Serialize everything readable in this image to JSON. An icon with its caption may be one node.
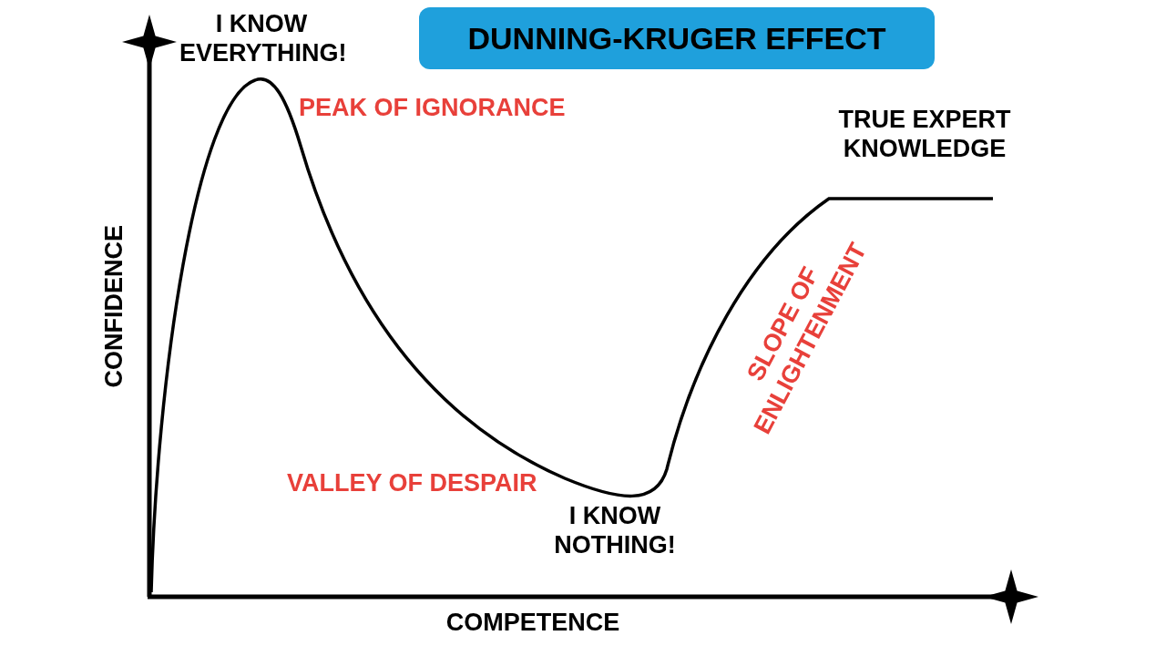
{
  "diagram": {
    "title": "DUNNING-KRUGER EFFECT",
    "labels": [
      "I KNOW EVERYTHING!",
      "PEAK OF IGNORANCE",
      "TRUE EXPERT KNOWLEDGE",
      "CONFIDENCE",
      "SLOPE OF ENLIGHTENMENT",
      "VALLEY OF DESPAIR",
      "I KNOW NOTHING!",
      "COMPETENCE"
    ]
  }
}
